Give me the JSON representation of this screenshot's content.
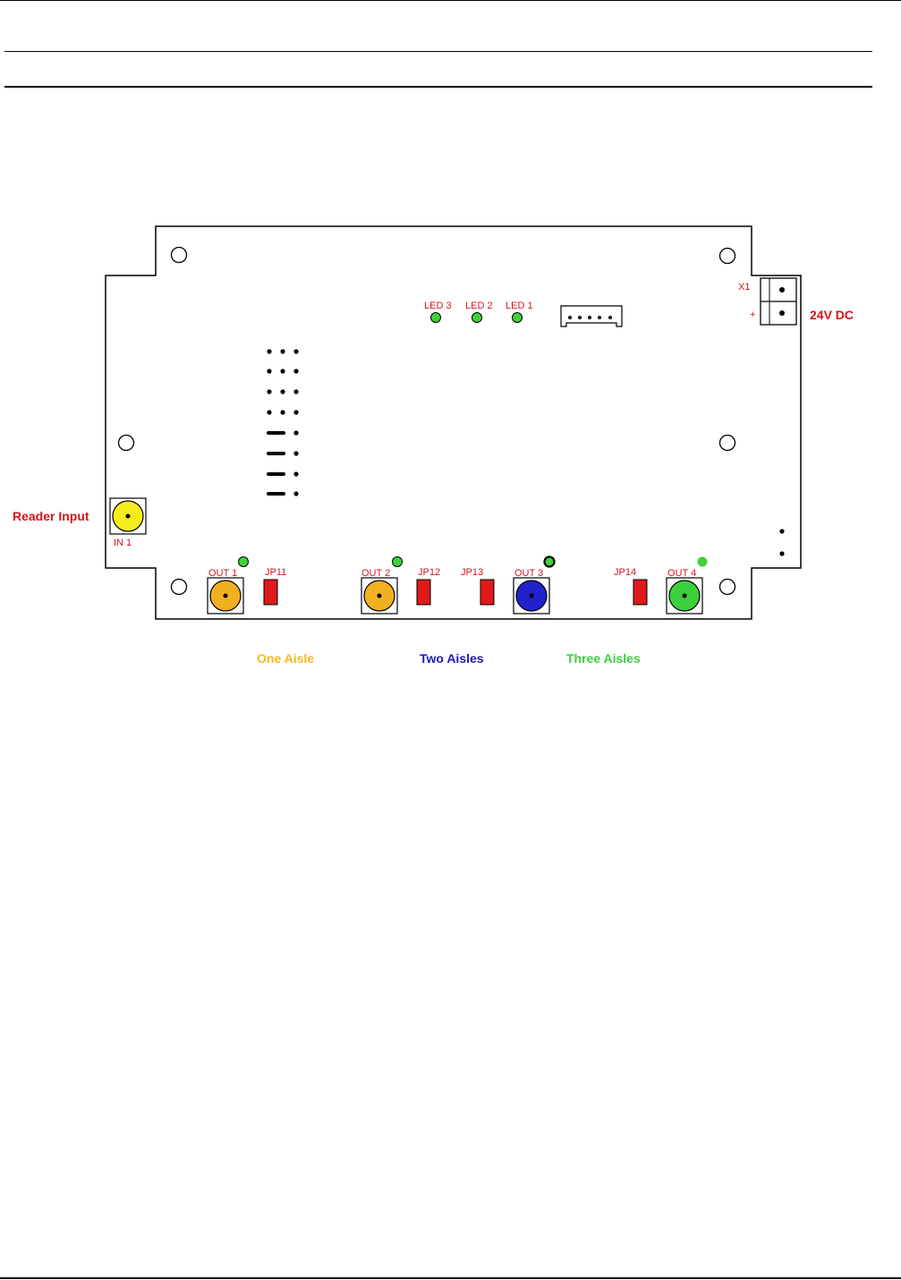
{
  "board": {
    "labels": {
      "led3": "LED 3",
      "led2": "LED 2",
      "led1": "LED 1",
      "x1": "X1",
      "plus": "+",
      "power": "24V DC",
      "reader_input": "Reader Input",
      "in1": "IN 1",
      "out1": "OUT 1",
      "out2": "OUT 2",
      "out3": "OUT 3",
      "out4": "OUT 4",
      "jp11": "JP11",
      "jp12": "JP12",
      "jp13": "JP13",
      "jp14": "JP14"
    },
    "legend": {
      "one_aisle": "One Aisle",
      "two_aisles": "Two Aisles",
      "three_aisles": "Three Aisles"
    },
    "colors": {
      "label_red": "#d8141c",
      "led_green": "#3fd13a",
      "connector_orange": "#f0b020",
      "connector_yellow": "#f5ec1e",
      "connector_blue": "#2222cc",
      "connector_green": "#3ccf3c",
      "jumper_red": "#e01a1a",
      "legend_orange": "#f5b820",
      "legend_blue": "#1a1ab8",
      "legend_green": "#3ccf3c"
    }
  }
}
